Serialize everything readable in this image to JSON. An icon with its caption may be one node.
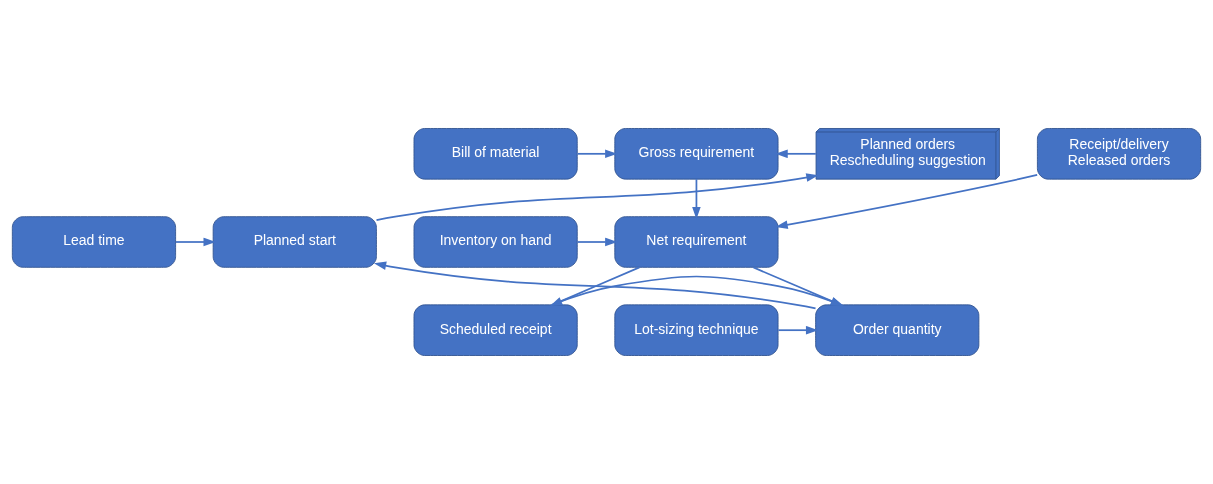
{
  "diagram": {
    "nodes": [
      {
        "text": [
          "Bill of material"
        ]
      },
      {
        "text": [
          "Gross requirement"
        ]
      },
      {
        "text": [
          "Planned orders",
          "Rescheduling suggestion"
        ]
      },
      {
        "text": [
          "Inventory on hand"
        ]
      },
      {
        "text": [
          "Net requirement"
        ]
      },
      {
        "text": [
          "Receipt/delivery",
          "Released orders"
        ]
      },
      {
        "text": [
          "Planned start"
        ]
      },
      {
        "text": [
          "Lead time"
        ]
      },
      {
        "text": [
          "Scheduled receipt"
        ]
      },
      {
        "text": [
          "Order quantity"
        ]
      },
      {
        "text": [
          "Lot-sizing technique"
        ]
      }
    ],
    "edges": [
      {
        "from": 0,
        "to": 1,
        "arrow": "to"
      },
      {
        "from": 2,
        "to": 1,
        "arrow": "to"
      },
      {
        "from": 1,
        "to": 4,
        "arrow": "to"
      },
      {
        "from": 3,
        "to": 4,
        "arrow": "to"
      },
      {
        "from": 5,
        "to": 4,
        "arrow": "to"
      },
      {
        "from": 4,
        "to": 8,
        "arrow": "to"
      },
      {
        "from": 4,
        "to": 9,
        "arrow": "to"
      },
      {
        "from": 8,
        "to": 9,
        "arrow": "to"
      },
      {
        "from": 9,
        "to": 6,
        "arrow": "to"
      },
      {
        "from": 10,
        "to": 9,
        "arrow": "to"
      },
      {
        "from": 7,
        "to": 6,
        "arrow": "to"
      },
      {
        "from": 6,
        "to": 2,
        "arrow": "to"
      }
    ]
  }
}
